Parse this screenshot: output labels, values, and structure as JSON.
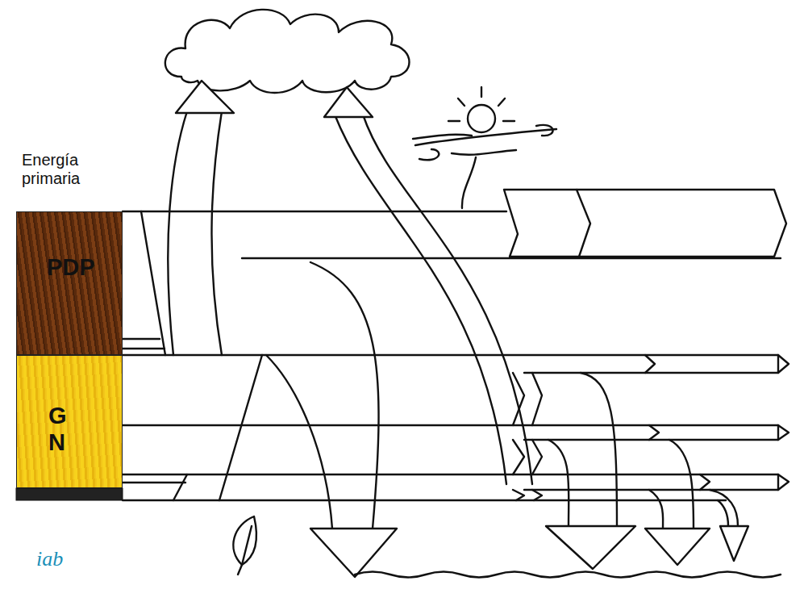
{
  "diagram": {
    "nodes": [
      {
        "text": [
          "PDP"
        ]
      },
      {
        "text": [
          "G N"
        ]
      }
    ],
    "labels": [
      "Energía primaria",
      "iab"
    ]
  }
}
